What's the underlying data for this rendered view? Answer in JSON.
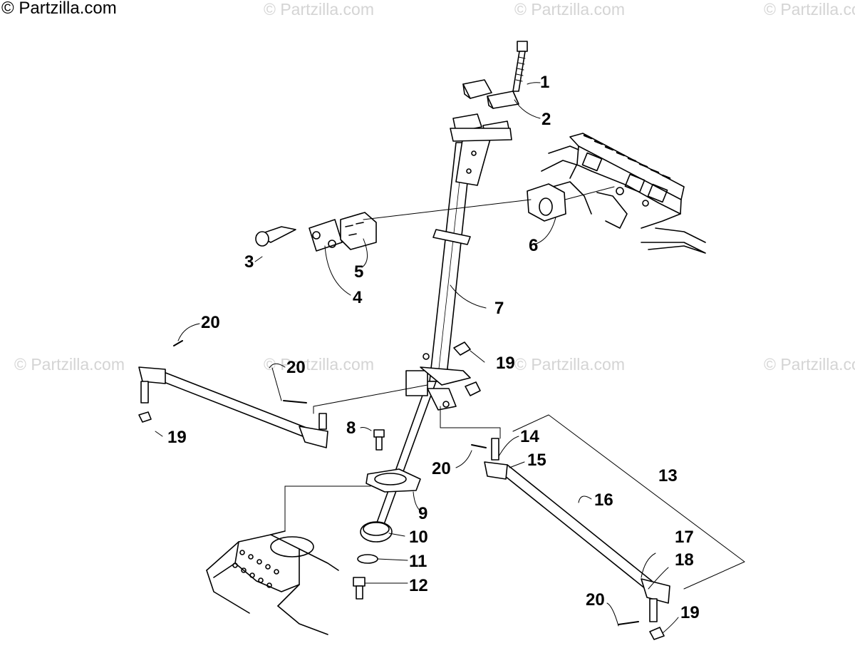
{
  "copyright": "© Partzilla.com",
  "watermark": "© Partzilla.com",
  "callouts": [
    "1",
    "2",
    "3",
    "4",
    "5",
    "6",
    "7",
    "8",
    "9",
    "10",
    "11",
    "12",
    "13",
    "14",
    "15",
    "16",
    "17",
    "18",
    "19",
    "20"
  ]
}
